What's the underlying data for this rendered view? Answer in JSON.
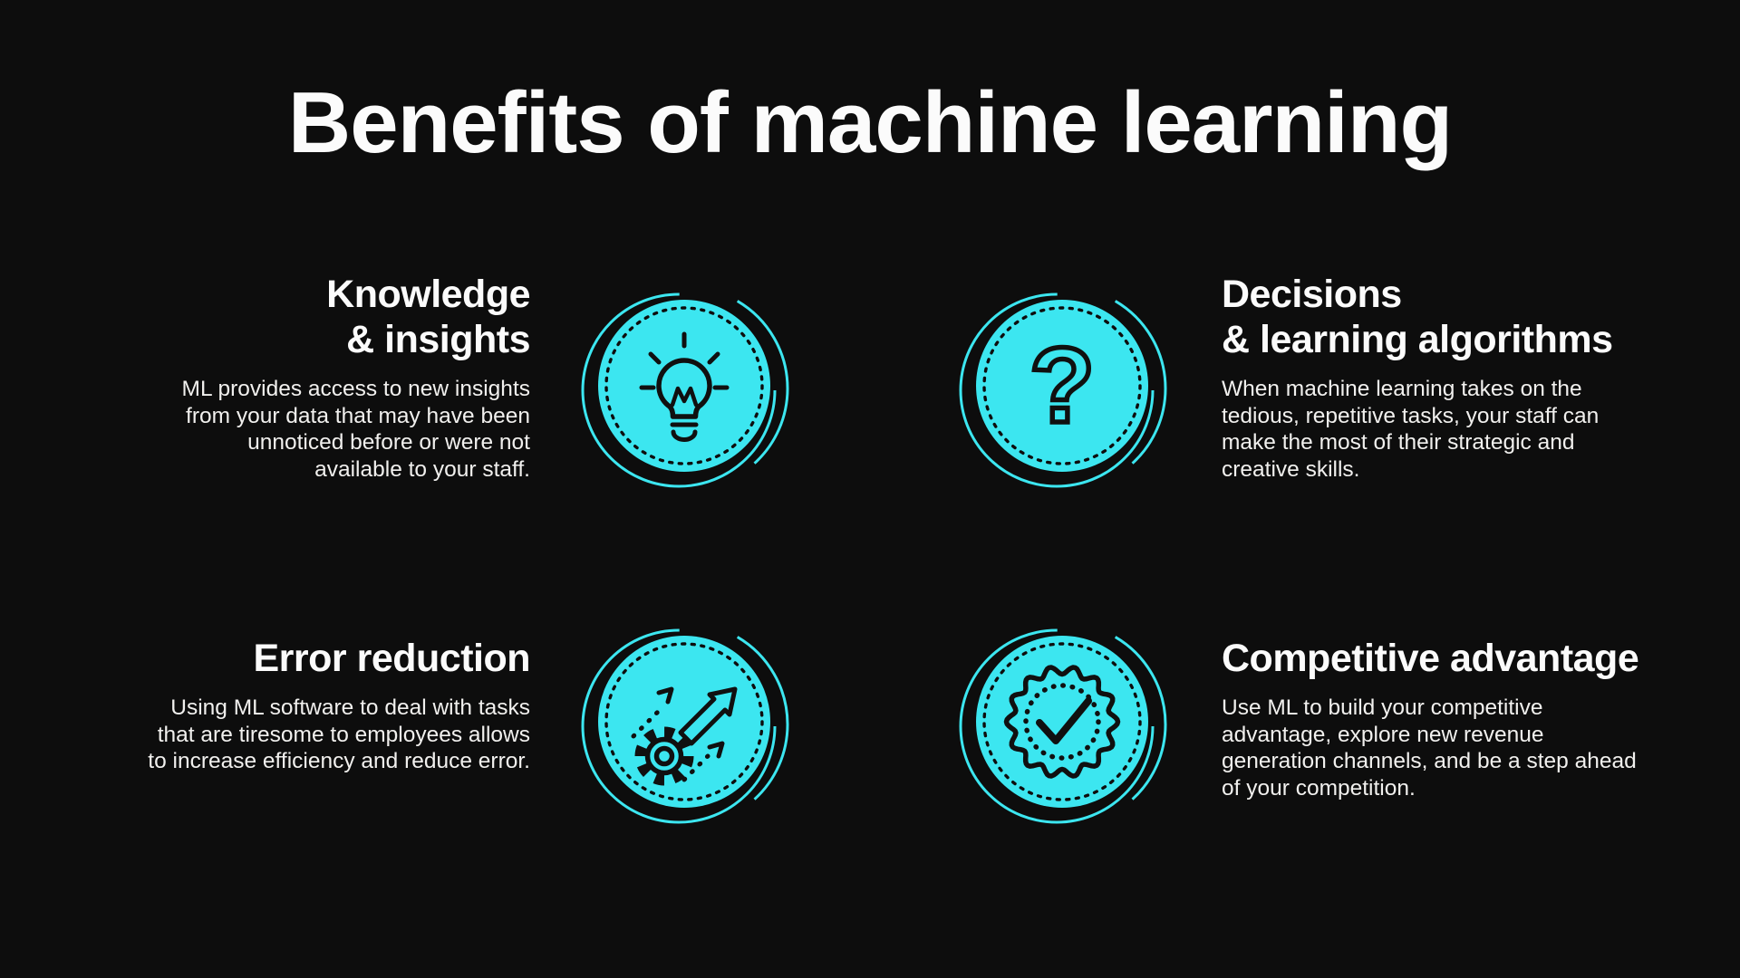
{
  "colors": {
    "background": "#0D0D0D",
    "accent": "#3CE6F0",
    "icon_ink": "#101010",
    "heading_text": "#FBFBFB",
    "body_text": "#F1F0EE"
  },
  "title": "Benefits of machine learning",
  "sections": [
    {
      "id": "knowledge-insights",
      "icon": "lightbulb-icon",
      "align": "right",
      "heading_lines": [
        "Knowledge",
        "& insights"
      ],
      "body_lines": [
        "ML provides access to new insights",
        "from your data that may have been",
        "unnoticed before or were not",
        "available to your staff."
      ]
    },
    {
      "id": "decisions-learning-algorithms",
      "icon": "question-mark-icon",
      "align": "left",
      "heading_lines": [
        "Decisions",
        "& learning algorithms"
      ],
      "body_lines": [
        "When machine learning takes on the",
        "tedious, repetitive tasks, your staff can",
        "make the most of their strategic and",
        "creative skills."
      ]
    },
    {
      "id": "error-reduction",
      "icon": "gear-growth-arrows-icon",
      "align": "right",
      "heading_lines": [
        "Error reduction"
      ],
      "body_lines": [
        "Using ML software to deal with tasks",
        "that are tiresome to employees allows",
        "to increase efficiency and reduce error."
      ]
    },
    {
      "id": "competitive-advantage",
      "icon": "badge-check-icon",
      "align": "left",
      "heading_lines": [
        "Competitive advantage"
      ],
      "body_lines": [
        "Use ML to build your competitive",
        "advantage, explore new revenue",
        "generation channels, and be a step ahead",
        "of your competition."
      ]
    }
  ]
}
